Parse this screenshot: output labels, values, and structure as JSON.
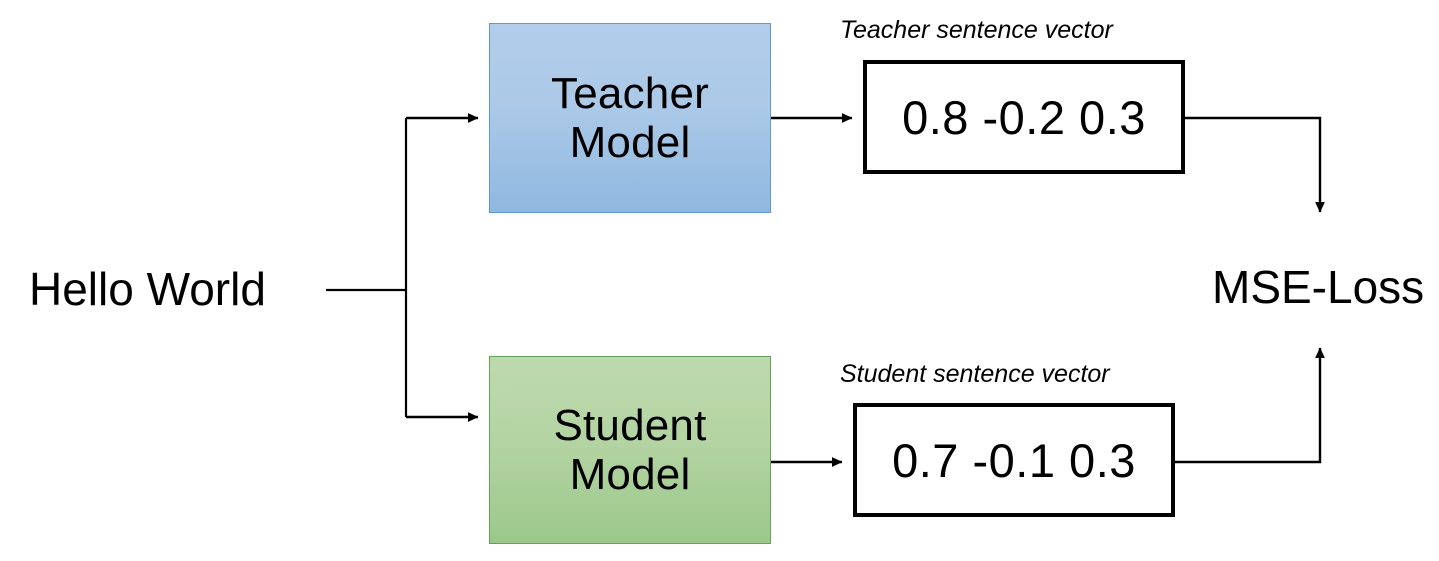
{
  "diagram": {
    "title_present": false,
    "background_color": "#ffffff",
    "input": {
      "label": "Hello World"
    },
    "branches": [
      {
        "id": "teacher",
        "model_label": "Teacher\nModel",
        "model_label_line1": "Teacher",
        "model_label_line2": "Model",
        "box_fill": "#abc9e8",
        "box_border": "#5b9ad5",
        "vector_caption": "Teacher sentence vector",
        "vector_values": "0.8 -0.2 0.3",
        "vector_numbers": [
          0.8,
          -0.2,
          0.3
        ]
      },
      {
        "id": "student",
        "model_label": "Student\nModel",
        "model_label_line1": "Student",
        "model_label_line2": "Model",
        "box_fill": "#b4d4a3",
        "box_border": "#64a15b",
        "vector_caption": "Student sentence vector",
        "vector_values": "0.7 -0.1 0.3",
        "vector_numbers": [
          0.7,
          -0.1,
          0.3
        ]
      }
    ],
    "output": {
      "label": "MSE-Loss"
    },
    "connector_color": "#000000",
    "icons": [
      "arrow-right-icon",
      "arrow-down-icon",
      "arrow-up-icon"
    ]
  }
}
